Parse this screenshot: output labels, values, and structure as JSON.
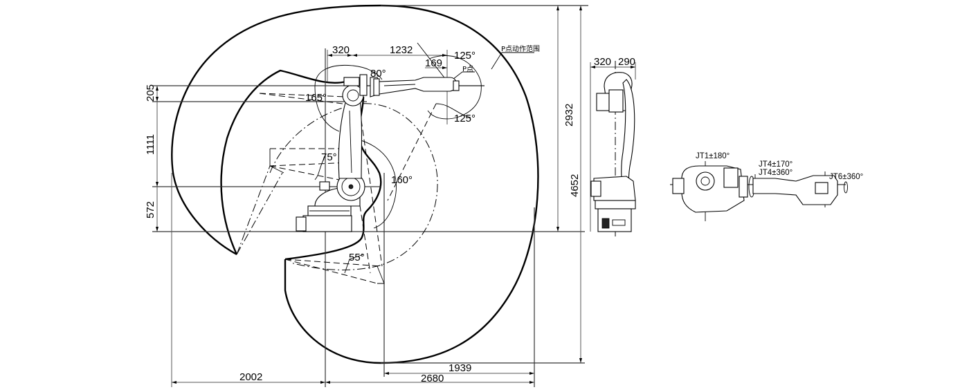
{
  "diagram": {
    "title": "Robot working range drawing",
    "views": {
      "side_working_range": {
        "dimensions": {
          "upper_arm_offset": "320",
          "forearm_length": "1232",
          "wrist_offset": "169",
          "shoulder_height_offset": "205",
          "upper_arm_length": "1111",
          "base_height": "572",
          "max_reach_rear": "2002",
          "max_reach_front": "2680",
          "front_lower_reach": "1939",
          "max_height_above_base": "2932",
          "total_vertical_range": "4652"
        },
        "angles": {
          "wrist_up": "125°",
          "wrist_down": "125°",
          "upper_arm_up": "80°",
          "upper_arm_back": "165°",
          "lower_arm_back": "75°",
          "lower_arm_front": "160°",
          "lower_arm_down": "55°"
        },
        "annotations": {
          "p_point": "P点",
          "p_point_range": "P点动作范围"
        }
      },
      "front_view": {
        "dimensions": {
          "left_width": "320",
          "right_width": "290"
        }
      },
      "top_view": {
        "joint_ranges": {
          "jt1": "JT1±180°",
          "jt4_a": "JT4±170°",
          "jt4_b": "JT4±360°",
          "jt6": "JT6±360°"
        }
      }
    }
  }
}
